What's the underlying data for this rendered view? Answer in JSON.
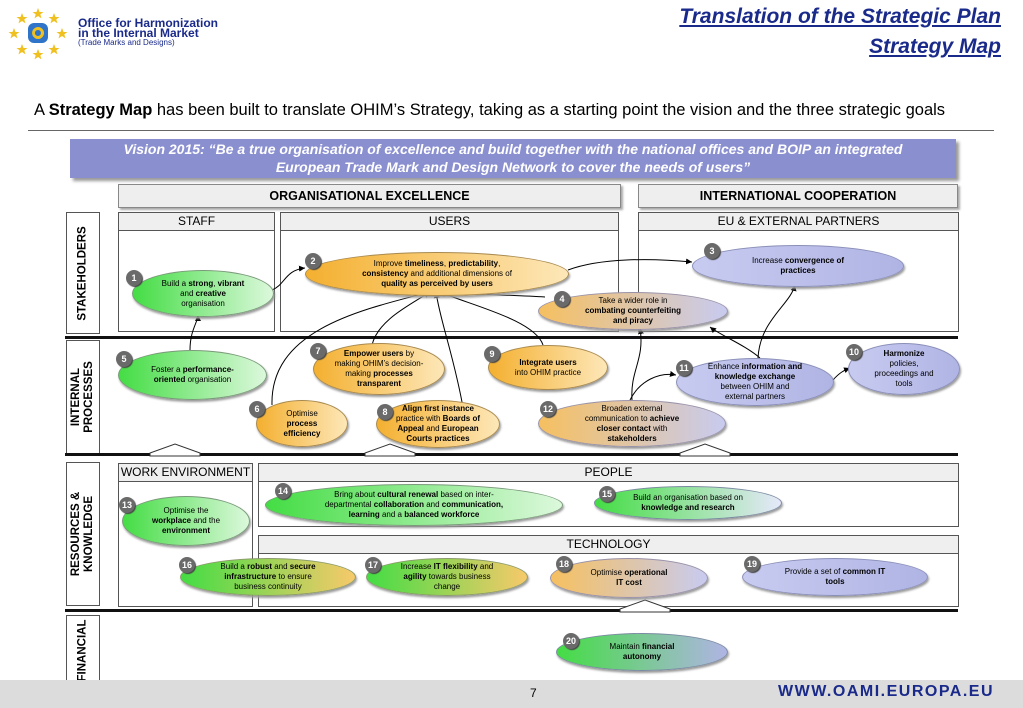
{
  "header": {
    "org_line1": "Office for Harmonization",
    "org_line2": "in the Internal Market",
    "org_line3": "(Trade Marks and Designs)",
    "title_line1": "Translation of the Strategic Plan",
    "title_line2": "Strategy Map"
  },
  "intro": {
    "prefix": "A ",
    "bold": "Strategy Map",
    "suffix": " has been built to translate OHIM’s Strategy, taking as a starting point the vision and the three strategic goals"
  },
  "vision": {
    "line1": "Vision 2015: “Be a true organisation of excellence and build together with the national offices and BOIP an integrated",
    "line2": "European Trade Mark and Design Network to cover the needs of users”"
  },
  "goals": {
    "organisational": "ORGANISATIONAL EXCELLENCE",
    "international": "INTERNATIONAL COOPERATION"
  },
  "rows": {
    "stakeholders": "STAKEHOLDERS",
    "internal_1": "INTERNAL",
    "internal_2": "PROCESSES",
    "resources_1": "RESOURCES &",
    "resources_2": "KNOWLEDGE",
    "financial": "FINANCIAL"
  },
  "columns": {
    "staff": "STAFF",
    "users": "USERS",
    "partners": "EU & EXTERNAL PARTNERS",
    "work_env": "WORK ENVIRONMENT",
    "people": "PEOPLE",
    "technology": "TECHNOLOGY"
  },
  "objectives": [
    {
      "num": "1",
      "html": "Build a <b>strong</b>, <b>vibrant</b><br>and <b>creative</b><br>organisation"
    },
    {
      "num": "2",
      "html": "Improve <b>timeliness</b>, <b>predictability</b>,<br><b>consistency</b> and additional dimensions of<br><b>quality as perceived by users</b>"
    },
    {
      "num": "3",
      "html": "Increase <b>convergence of<br>practices</b>"
    },
    {
      "num": "4",
      "html": "Take a wider role in<br><b>combating counterfeiting<br>and piracy</b>"
    },
    {
      "num": "5",
      "html": "Foster a <b>performance-<br>oriented</b> organisation"
    },
    {
      "num": "6",
      "html": "Optimise<br><b>process<br>efficiency</b>"
    },
    {
      "num": "7",
      "html": "<b>Empower users</b> by<br>making OHIM’s decision-<br>making <b>processes<br>transparent</b>"
    },
    {
      "num": "8",
      "html": "<b>Align first instance</b><br>practice with <b>Boards of<br>Appeal</b> and <b>European<br>Courts practices</b>"
    },
    {
      "num": "9",
      "html": "<b>Integrate users</b><br>into OHIM practice"
    },
    {
      "num": "10",
      "html": "<b>Harmonize</b><br>policies,<br>proceedings and<br>tools"
    },
    {
      "num": "11",
      "html": "Enhance <b>information and<br>knowledge exchange</b><br>between OHIM and<br>external partners"
    },
    {
      "num": "12",
      "html": "Broaden external<br>communication to <b>achieve<br>closer contact</b> with<br><b>stakeholders</b>"
    },
    {
      "num": "13",
      "html": "Optimise the<br><b>workplace</b> and the<br><b>environment</b>"
    },
    {
      "num": "14",
      "html": "Bring about <b>cultural renewal</b> based on inter-<br>departmental <b>collaboration</b> and <b>communication,<br>learning</b> and a <b>balanced workforce</b>"
    },
    {
      "num": "15",
      "html": "Build an organisation based on<br><b>knowledge and research</b>"
    },
    {
      "num": "16",
      "html": "Build a <b>robust</b> and <b>secure<br>infrastructure</b> to ensure<br>business continuity"
    },
    {
      "num": "17",
      "html": "Increase <b>IT flexibility</b> and<br><b>agility</b> towards business<br>change"
    },
    {
      "num": "18",
      "html": "Optimise <b>operational<br>IT cost</b>"
    },
    {
      "num": "19",
      "html": "Provide a set of <b>common IT<br>tools</b>"
    },
    {
      "num": "20",
      "html": "Maintain <b>financial<br>autonomy</b>"
    }
  ],
  "footer": {
    "page": "7",
    "url": "WWW.OAMI.EUROPA.EU"
  },
  "colors": {
    "brand_blue": "#1a2a8a",
    "vision_bg": "#8a8fd0",
    "green": "#44dd44",
    "orange": "#f4b030",
    "lavender": "#b0b4e4"
  }
}
